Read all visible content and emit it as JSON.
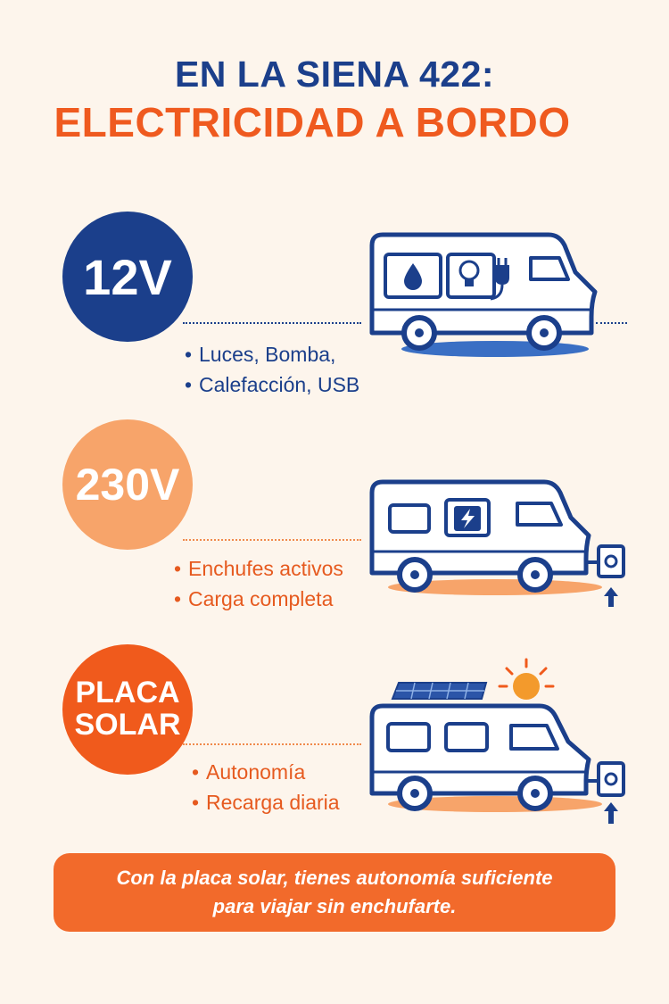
{
  "header": {
    "title_line1": "EN LA SIENA 422:",
    "title_line2": "ELECTRICIDAD A BORDO"
  },
  "sections": [
    {
      "badge": "12V",
      "color": "#1b3f8b",
      "icons": [
        "campervan-icon",
        "water-drop-icon",
        "lightbulb-icon",
        "plug-icon"
      ],
      "items": [
        "Luces, Bomba,",
        "Calefacción, USB"
      ]
    },
    {
      "badge": "230V",
      "color": "#f7a46a",
      "icons": [
        "campervan-icon",
        "lightning-icon",
        "power-outlet-icon",
        "arrow-up-icon"
      ],
      "items": [
        "Enchufes activos",
        "Carga completa"
      ]
    },
    {
      "badge_line1": "PLACA",
      "badge_line2": "SOLAR",
      "color": "#f05a1c",
      "icons": [
        "campervan-icon",
        "solar-panel-icon",
        "sun-icon",
        "power-outlet-icon",
        "arrow-up-icon"
      ],
      "items": [
        "Autonomía",
        "Recarga diaria"
      ]
    }
  ],
  "footer": {
    "line1": "Con la placa solar, tienes autonomía suficiente",
    "line2": "para viajar sin enchufarte."
  },
  "colors": {
    "navy": "#1b3f8b",
    "orange": "#ef5a1f",
    "light_orange": "#f7a46a",
    "background": "#fdf5ec"
  }
}
